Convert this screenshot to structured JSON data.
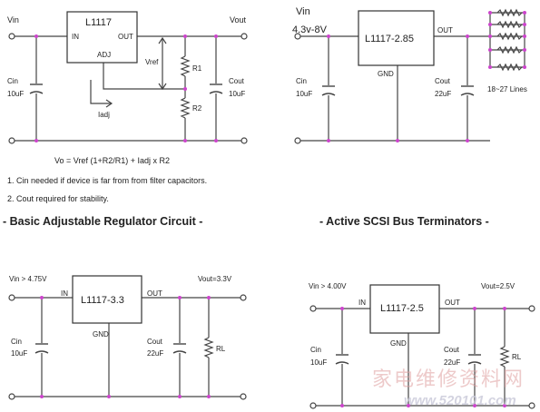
{
  "circuit1": {
    "ic_name": "L1117",
    "pin_in": "IN",
    "pin_out": "OUT",
    "pin_adj": "ADJ",
    "vin": "Vin",
    "vout": "Vout",
    "vref": "Vref",
    "r1": "R1",
    "r2": "R2",
    "iadj": "Iadj",
    "cin": "Cin",
    "cin_value": "10uF",
    "cout": "Cout",
    "cout_value": "10uF",
    "formula": "Vo = Vref (1+R2/R1) + Iadj x R2",
    "note1": "1. Cin needed if device is far from from filter capacitors.",
    "note2": "2. Cout required for stability.",
    "title": "- Basic Adjustable Regulator Circuit -"
  },
  "circuit2": {
    "vin": "Vin",
    "vin_range": "4.3v-8V",
    "ic_name": "L1117-2.85",
    "pin_out": "OUT",
    "pin_gnd": "GND",
    "cin": "Cin",
    "cin_value": "10uF",
    "cout": "Cout",
    "cout_value": "22uF",
    "lines": "18~27 Lines",
    "title": "- Active SCSI Bus Terminators -"
  },
  "circuit3": {
    "vin": "Vin > 4.75V",
    "vout": "Vout=3.3V",
    "ic_name": "L1117-3.3",
    "pin_in": "IN",
    "pin_out": "OUT",
    "pin_gnd": "GND",
    "cin": "Cin",
    "cin_value": "10uF",
    "cout": "Cout",
    "cout_value": "22uF",
    "rl": "RL"
  },
  "circuit4": {
    "vin": "Vin > 4.00V",
    "vout": "Vout=2.5V",
    "ic_name": "L1117-2.5",
    "pin_in": "IN",
    "pin_out": "OUT",
    "pin_gnd": "GND",
    "cin": "Cin",
    "cin_value": "10uF",
    "cout": "Cout",
    "cout_value": "22uF",
    "rl": "RL"
  },
  "watermark": {
    "cn": "家电维修资料网",
    "url": "www.520101.com"
  },
  "colors": {
    "node": "#cc44cc",
    "wire": "#444444",
    "watermark": "#e0a0a0"
  }
}
